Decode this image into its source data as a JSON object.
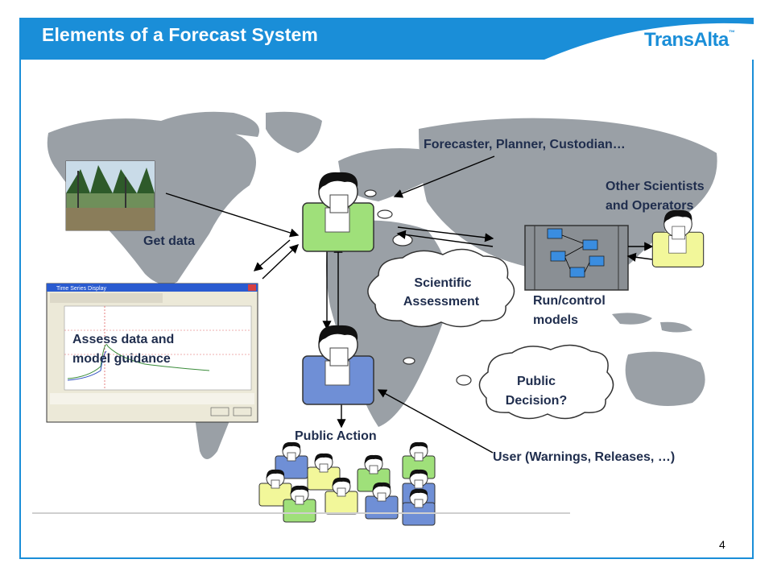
{
  "slide": {
    "title": "Elements of a Forecast System",
    "logo_text": "TransAlta",
    "logo_mark": "™",
    "page_number": "4"
  },
  "labels": {
    "forecaster": "Forecaster, Planner, Custodian…",
    "other_scientists_1": "Other Scientists",
    "other_scientists_2": "and Operators",
    "get_data": "Get data",
    "scientific_1": "Scientific",
    "scientific_2": "Assessment",
    "run_control_1": "Run/control",
    "run_control_2": "models",
    "assess_1": "Assess data and",
    "assess_2": "model guidance",
    "public_decision_1": "Public",
    "public_decision_2": "Decision?",
    "public_action": "Public Action",
    "user": "User (Warnings, Releases, …)"
  },
  "window": {
    "title": "Time Series Display"
  },
  "colors": {
    "accent": "#1a8ed8",
    "map_land": "#9aa0a6",
    "person_green": "#9fe07a",
    "person_yellow": "#f2f79a",
    "person_blue": "#6f8fd6"
  }
}
